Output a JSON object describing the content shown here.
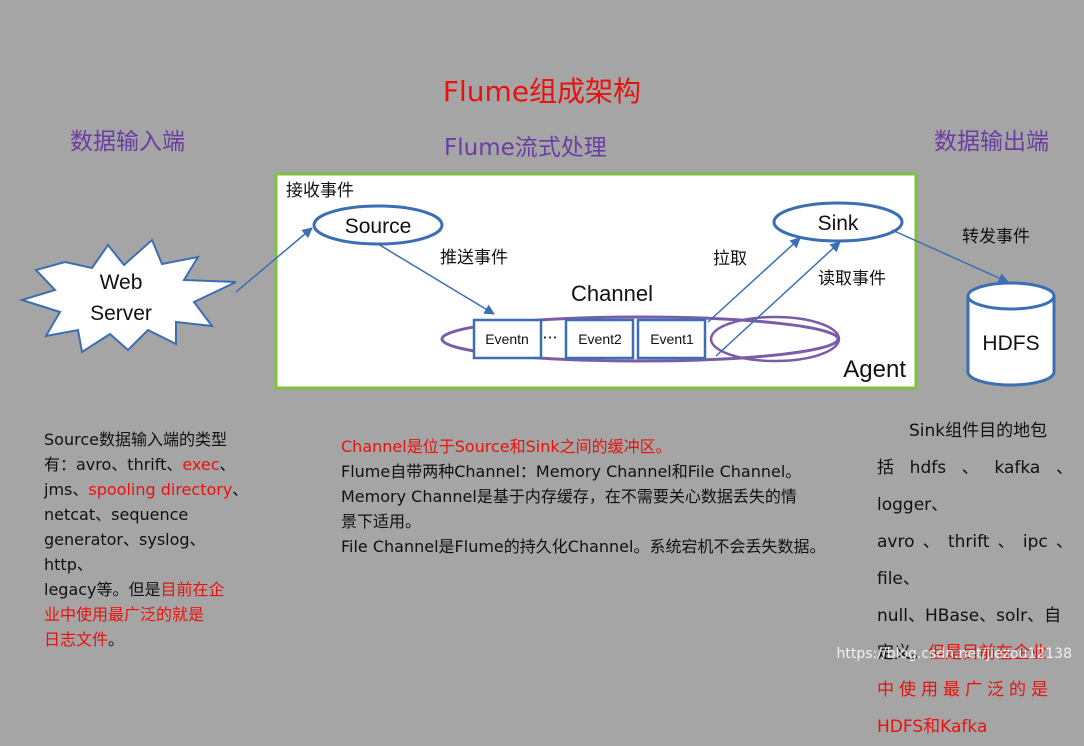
{
  "title": "Flume组成架构",
  "left_header": "数据输入端",
  "center_header": "Flume流式处理",
  "right_header": "数据输出端",
  "diagram": {
    "receive_event": "接收事件",
    "source": "Source",
    "sink": "Sink",
    "push_event": "推送事件",
    "pull": "拉取",
    "read_event": "读取事件",
    "channel": "Channel",
    "agent": "Agent",
    "forward_event": "转发事件",
    "hdfs": "HDFS",
    "web_server_line1": "Web",
    "web_server_line2": "Server",
    "events": [
      "Eventn",
      "Event2",
      "Event1"
    ],
    "ellipsis": "···"
  },
  "colors": {
    "background": "#a5a5a5",
    "title_red": "#e8120c",
    "header_purple": "#6b3da3",
    "blue_stroke": "#3c6eb4",
    "channel_purple": "#7b5ca8",
    "agent_border": "#7fc242"
  },
  "left_note": {
    "l1": "Source数据输入端的类型",
    "l2a": "有：avro、thrift、",
    "l2b": "exec",
    "l2c": "、",
    "l3a": "jms、",
    "l3b": "spooling directory",
    "l3c": "、",
    "l4": "netcat、sequence",
    "l5": "generator、syslog、http、",
    "l6a": "legacy等。但是",
    "l6b": "目前在企",
    "l7": "业中使用最广泛的就是",
    "l8": "日志文件",
    "l8b": "。"
  },
  "center_note": {
    "l1": "Channel是位于Source和Sink之间的缓冲区。",
    "l2": "Flume自带两种Channel：Memory Channel和File Channel。",
    "l3": "Memory Channel是基于内存缓存，在不需要关心数据丢失的情",
    "l4": "景下适用。",
    "l5": "File Channel是Flume的持久化Channel。系统宕机不会丢失数据。"
  },
  "right_note": {
    "l1": "Sink组件目的地包",
    "l2": "括hdfs、kafka、logger、",
    "l3": "avro、thrift、ipc、file、",
    "l4": "null、HBase、solr、自",
    "l5a": "定义。",
    "l5b": "但是目前在企业",
    "l6": "中使用最广泛的是",
    "l7": "HDFS和Kafka"
  },
  "watermark": "https://blog.csdn.net/jiezou12138"
}
